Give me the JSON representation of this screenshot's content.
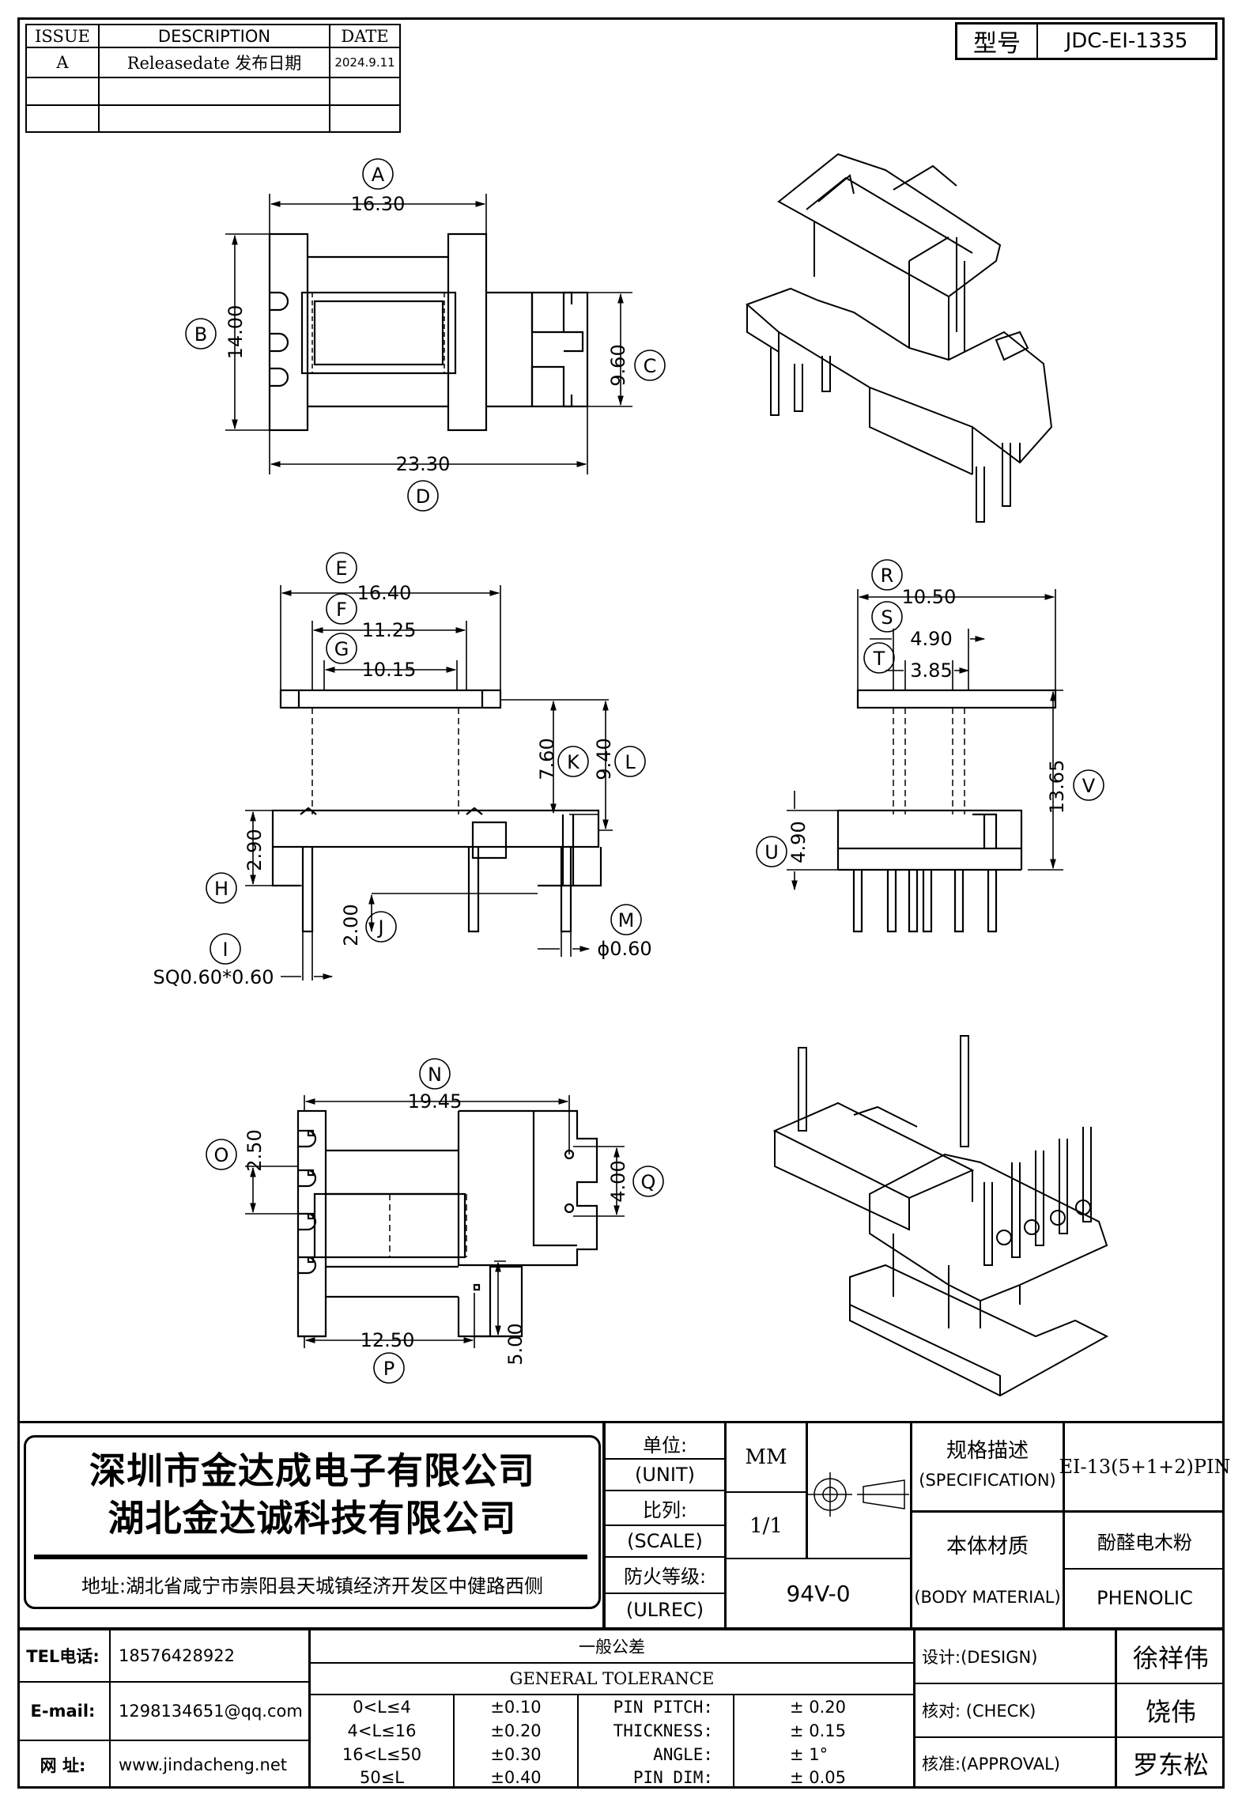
{
  "revision_table": {
    "headers": [
      "ISSUE",
      "DESCRIPTION",
      "DATE"
    ],
    "rows": [
      {
        "issue": "A",
        "description": "Releasedate 发布日期",
        "date": "2024.9.11"
      },
      {
        "issue": "",
        "description": "",
        "date": ""
      },
      {
        "issue": "",
        "description": "",
        "date": ""
      }
    ]
  },
  "model": {
    "label": "型号",
    "value": "JDC-EI-1335"
  },
  "dimensions": {
    "A": {
      "letter": "A",
      "value": "16.30"
    },
    "B": {
      "letter": "B",
      "value": "14.00"
    },
    "C": {
      "letter": "C",
      "value": "9.60"
    },
    "D": {
      "letter": "D",
      "value": "23.30"
    },
    "E": {
      "letter": "E",
      "value": "16.40"
    },
    "F": {
      "letter": "F",
      "value": "11.25"
    },
    "G": {
      "letter": "G",
      "value": "10.15"
    },
    "H": {
      "letter": "H",
      "value": "2.90"
    },
    "I": {
      "letter": "I",
      "value": "SQ0.60*0.60"
    },
    "J": {
      "letter": "J",
      "value": "2.00"
    },
    "K": {
      "letter": "K",
      "value": "7.60"
    },
    "L": {
      "letter": "L",
      "value": "9.40"
    },
    "M": {
      "letter": "M",
      "value": "ϕ0.60"
    },
    "N": {
      "letter": "N",
      "value": "19.45"
    },
    "O": {
      "letter": "O",
      "value": "2.50"
    },
    "P": {
      "letter": "P",
      "value": "12.50"
    },
    "P2": {
      "value": "5.00"
    },
    "Q": {
      "letter": "Q",
      "value": "4.00"
    },
    "R": {
      "letter": "R",
      "value": "10.50"
    },
    "S": {
      "letter": "S",
      "value": "4.90"
    },
    "T": {
      "letter": "T",
      "value": "3.85"
    },
    "U": {
      "letter": "U",
      "value": "4.90"
    },
    "V": {
      "letter": "V",
      "value": "13.65"
    }
  },
  "company": {
    "name1": "深圳市金达成电子有限公司",
    "name2": "湖北金达诚科技有限公司",
    "address": "地址:湖北省咸宁市崇阳县天城镇经济开发区中健路西侧"
  },
  "specs": {
    "unit_label": "单位:",
    "unit_label_en": "(UNIT)",
    "unit_value": "MM",
    "scale_label": "比列:",
    "scale_label_en": "(SCALE)",
    "scale_value": "1/1",
    "ulrec_label": "防火等级:",
    "ulrec_label_en": "(ULREC)",
    "ulrec_value": "94V-0",
    "spec_label": "规格描述",
    "spec_label_en": "(SPECIFICATION)",
    "spec_value": "EI-13(5+1+2)PIN",
    "material_label": "本体材质",
    "material_label_en": "(BODY MATERIAL)",
    "material_value_cn": "酚醛电木粉",
    "material_value_en": "PHENOLIC"
  },
  "contact": {
    "tel_label": "TEL电话:",
    "tel": "18576428922",
    "email_label": "E-mail:",
    "email": "1298134651@qq.com",
    "web_label": "网  址:",
    "web": "www.jindacheng.net"
  },
  "tolerance": {
    "title_cn": "一般公差",
    "title_en": "GENERAL TOLERANCE",
    "ranges": [
      {
        "range": "0<L≤4",
        "tol": "±0.10"
      },
      {
        "range": "4<L≤16",
        "tol": "±0.20"
      },
      {
        "range": "16<L≤50",
        "tol": "±0.30"
      },
      {
        "range": "50≤L",
        "tol": "±0.40"
      }
    ],
    "items": [
      {
        "name": "PIN PITCH:",
        "value": "± 0.20"
      },
      {
        "name": "THICKNESS:",
        "value": "± 0.15"
      },
      {
        "name": "ANGLE:",
        "value": "± 1°"
      },
      {
        "name": "PIN DIM:",
        "value": "± 0.05"
      }
    ]
  },
  "signoff": {
    "design_label": "设计:(DESIGN)",
    "design": "徐祥伟",
    "check_label": "核对: (CHECK)",
    "check": "饶伟",
    "approval_label": "核准:(APPROVAL)",
    "approval": "罗东松"
  }
}
